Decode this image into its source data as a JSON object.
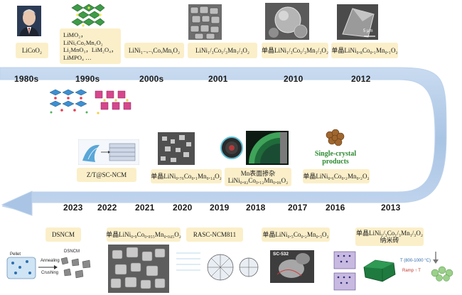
{
  "years_top": [
    "1980s",
    "1990s",
    "2000s",
    "2001",
    "2010",
    "2012"
  ],
  "years_bottom": [
    "2023",
    "2022",
    "2021",
    "2020",
    "2019",
    "2018",
    "2017",
    "2016",
    "2013"
  ],
  "boxes_top": {
    "lco": "LiCoO₂",
    "y1990_lines": [
      "LiMO₂，",
      "LiNi꜀Co꜀Mn꜀O₂",
      "Li₂MnO₃，LiM₂O₄，",
      "LiMPO₄ …"
    ],
    "y2000": "LiNi₁₋ₓ₋ᵧCoₓMnᵧO₂",
    "y2001": "LiNi₁/₃Co₁/₃Mn₁/₃O₂",
    "y2010": "单晶LiNi₁/₃Co₁/₃Mn₁/₃O₂",
    "y2012": "单晶LiNi₀.₈Co₀.₁Mn₀.₁O₂"
  },
  "boxes_mid": {
    "y2022": "Z/T@SC-NCM",
    "y2020": "单晶LiNi₀.₇₆Co₀.₁Mn₀.₁₄O₂",
    "y2018_lines": [
      "Mn表面掺杂",
      "LiNi₀.₈₂Co₀.₁₂Mn₀.₀₆O₂"
    ],
    "y2016": "单晶LiNi₀.₆Co₀.₂Mn₀.₂O₂"
  },
  "boxes_bottom": {
    "y2023": "DSNCM",
    "y2021": "单晶LiNi₀.₉Co₀.₀₅₅Mn₀.₀₄₅O₂",
    "y2019": "RASC-NCM811",
    "y2017": "单晶LiNi₀.₅Co₀.₂Mn₀.₃O₂",
    "y2013_lines": [
      "单晶LiNi₁/₃Co₁/₃Mn₁/₃O₂",
      "纳米砖"
    ]
  },
  "image_labels": {
    "scale_bar": "5 μm",
    "single_crystal": [
      "Single-crystal",
      "products"
    ],
    "pellet": "Pellet",
    "dsncm": "DSNCM",
    "annealing": "Annealing",
    "crushing": "Crushing",
    "sc532": "SC-532",
    "temperature": "T (800-1000 °C)",
    "ramp": "Ramp ↑ T"
  },
  "colors": {
    "arrow_fill": "#a9c4e4",
    "arrow_edge": "#bcd2ec",
    "box_fill": "#fbefc9",
    "single_crystal_green": "#2e8a32"
  }
}
